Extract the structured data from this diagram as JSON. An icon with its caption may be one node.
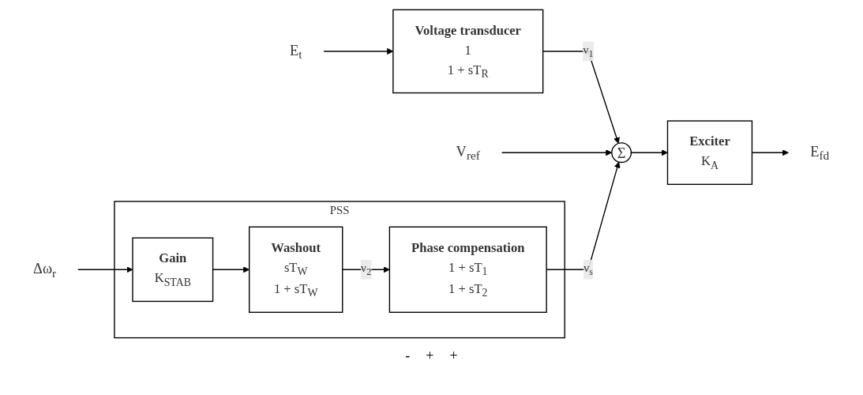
{
  "diagram": {
    "nodes": [
      {
        "text": [
          "E$_{t}$"
        ]
      },
      {
        "text": [
          "Voltage transducer",
          "1",
          "1 + sT$_{R}$"
        ]
      },
      {
        "text": [
          "V$_{ref}$"
        ]
      },
      {
        "text": [
          "Σ"
        ]
      },
      {
        "text": [
          "Exciter",
          "K$_{A}$"
        ]
      },
      {
        "text": [
          "E$_{fd}$"
        ]
      },
      {
        "text": [
          "PSS"
        ]
      },
      {
        "text": [
          "Δω$_{r}$"
        ]
      },
      {
        "text": [
          "Gain",
          "K$_{STAB}$"
        ],
        "in": 6
      },
      {
        "text": [
          "Washout",
          "sT$_{W}$",
          "1 + sT$_{W}$"
        ],
        "in": 6
      },
      {
        "text": [
          "Phase compensation",
          "1 + sT$_{1}$",
          "1 + sT$_{2}$"
        ],
        "in": 6
      }
    ],
    "edges": [
      {
        "from": 0,
        "to": 1,
        "arrow": "to"
      },
      {
        "from": 1,
        "to": 3,
        "arrow": "to",
        "label": "v$_{1}$"
      },
      {
        "from": 2,
        "to": 3,
        "arrow": "to"
      },
      {
        "from": 3,
        "to": 4,
        "arrow": "to"
      },
      {
        "from": 4,
        "to": 5,
        "arrow": "to"
      },
      {
        "from": 7,
        "to": 8,
        "arrow": "to"
      },
      {
        "from": 8,
        "to": 9,
        "arrow": "to"
      },
      {
        "from": 9,
        "to": 10,
        "arrow": "to",
        "label": "v$_{2}$"
      },
      {
        "from": 10,
        "to": 3,
        "arrow": "to",
        "label": "v$_{s}$"
      }
    ],
    "labels": [
      "-",
      "+",
      "+"
    ]
  }
}
